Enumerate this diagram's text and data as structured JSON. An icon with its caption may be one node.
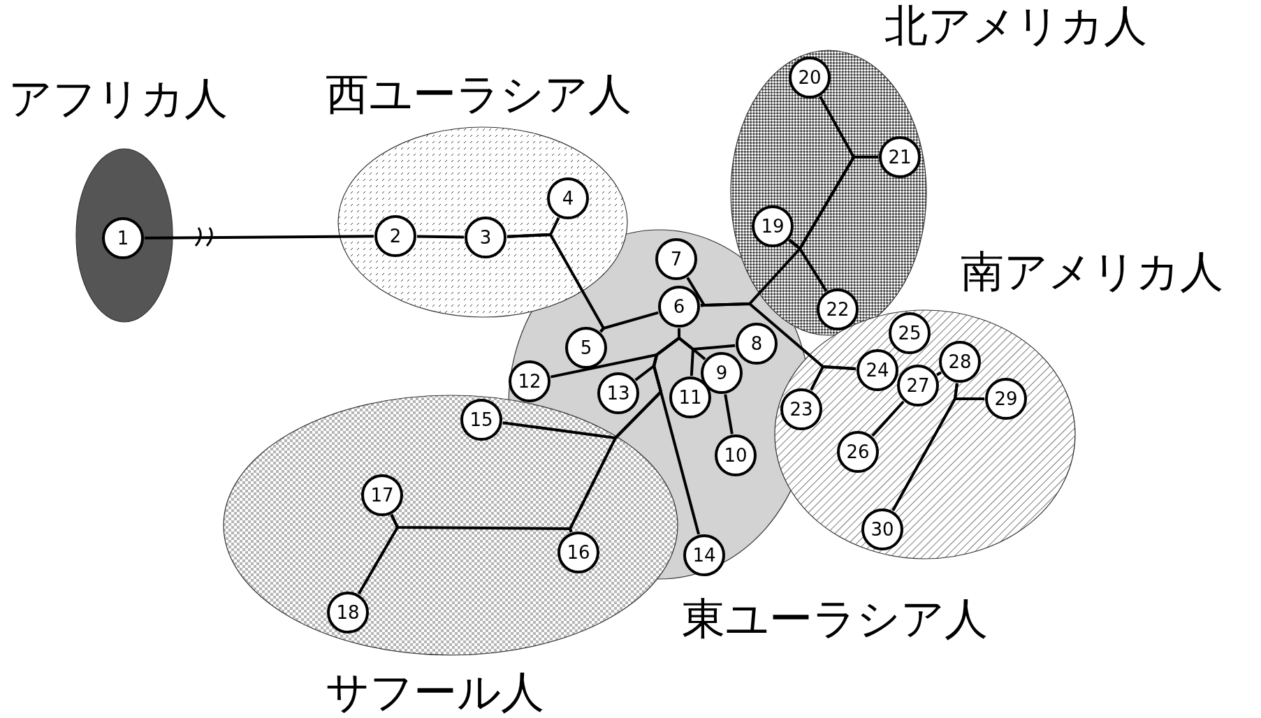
{
  "diagram": {
    "nodes": [
      {
        "text": [
          "アフリカ人"
        ]
      },
      {
        "text": [
          "西ユーラシア人"
        ]
      },
      {
        "text": [
          "北アメリカ人"
        ]
      },
      {
        "text": [
          "南アメリカ人"
        ]
      },
      {
        "text": [
          "東ユーラシア人"
        ]
      },
      {
        "text": [
          "サフール人"
        ]
      },
      {
        "text": [
          "1"
        ],
        "in": 0
      },
      {
        "text": [
          "2"
        ],
        "in": 1
      },
      {
        "text": [
          "3"
        ],
        "in": 1
      },
      {
        "text": [
          "4"
        ],
        "in": 1
      },
      {
        "text": [
          "5"
        ],
        "in": 4
      },
      {
        "text": [
          "6"
        ],
        "in": 4
      },
      {
        "text": [
          "7"
        ],
        "in": 4
      },
      {
        "text": [
          "8"
        ],
        "in": 4
      },
      {
        "text": [
          "9"
        ],
        "in": 4
      },
      {
        "text": [
          "10"
        ],
        "in": 4
      },
      {
        "text": [
          "11"
        ],
        "in": 4
      },
      {
        "text": [
          "12"
        ],
        "in": 4
      },
      {
        "text": [
          "13"
        ],
        "in": 4
      },
      {
        "text": [
          "14"
        ],
        "in": 4
      },
      {
        "text": [
          "15"
        ],
        "in": 5
      },
      {
        "text": [
          "16"
        ],
        "in": 5
      },
      {
        "text": [
          "17"
        ],
        "in": 5
      },
      {
        "text": [
          "18"
        ],
        "in": 5
      },
      {
        "text": [
          "19"
        ],
        "in": 2
      },
      {
        "text": [
          "20"
        ],
        "in": 2
      },
      {
        "text": [
          "21"
        ],
        "in": 2
      },
      {
        "text": [
          "22"
        ],
        "in": 2
      },
      {
        "text": [
          "23"
        ],
        "in": 3
      },
      {
        "text": [
          "24"
        ],
        "in": 3
      },
      {
        "text": [
          "25"
        ],
        "in": 3
      },
      {
        "text": [
          "26"
        ],
        "in": 3
      },
      {
        "text": [
          "27"
        ],
        "in": 3
      },
      {
        "text": [
          "28"
        ],
        "in": 3
      },
      {
        "text": [
          "29"
        ],
        "in": 3
      },
      {
        "text": [
          "30"
        ],
        "in": 3
      }
    ],
    "edges": [
      {
        "from": 6,
        "to": 7,
        "arrow": "none"
      },
      {
        "from": 7,
        "to": 8,
        "arrow": "none"
      },
      {
        "from": 8,
        "to": 9,
        "arrow": "none"
      },
      {
        "from": 8,
        "to": 10,
        "arrow": "none"
      },
      {
        "from": 10,
        "to": 11,
        "arrow": "none"
      },
      {
        "from": 11,
        "to": 12,
        "arrow": "none"
      },
      {
        "from": 11,
        "to": 17,
        "arrow": "none"
      },
      {
        "from": 11,
        "to": 18,
        "arrow": "none"
      },
      {
        "from": 11,
        "to": 19,
        "arrow": "none"
      },
      {
        "from": 11,
        "to": 20,
        "arrow": "none"
      },
      {
        "from": 11,
        "to": 21,
        "arrow": "none"
      },
      {
        "from": 21,
        "to": 22,
        "arrow": "none"
      },
      {
        "from": 22,
        "to": 23,
        "arrow": "none"
      },
      {
        "from": 11,
        "to": 13,
        "arrow": "none"
      },
      {
        "from": 11,
        "to": 14,
        "arrow": "none"
      },
      {
        "from": 11,
        "to": 16,
        "arrow": "none"
      },
      {
        "from": 14,
        "to": 15,
        "arrow": "none"
      },
      {
        "from": 11,
        "to": 24,
        "arrow": "none"
      },
      {
        "from": 24,
        "to": 27,
        "arrow": "none"
      },
      {
        "from": 24,
        "to": 25,
        "arrow": "none"
      },
      {
        "from": 24,
        "to": 26,
        "arrow": "none"
      },
      {
        "from": 11,
        "to": 29,
        "arrow": "none"
      },
      {
        "from": 29,
        "to": 28,
        "arrow": "none"
      },
      {
        "from": 32,
        "to": 31,
        "arrow": "none"
      },
      {
        "from": 32,
        "to": 33,
        "arrow": "none"
      },
      {
        "from": 33,
        "to": 34,
        "arrow": "none"
      },
      {
        "from": 33,
        "to": 35,
        "arrow": "none"
      }
    ]
  }
}
